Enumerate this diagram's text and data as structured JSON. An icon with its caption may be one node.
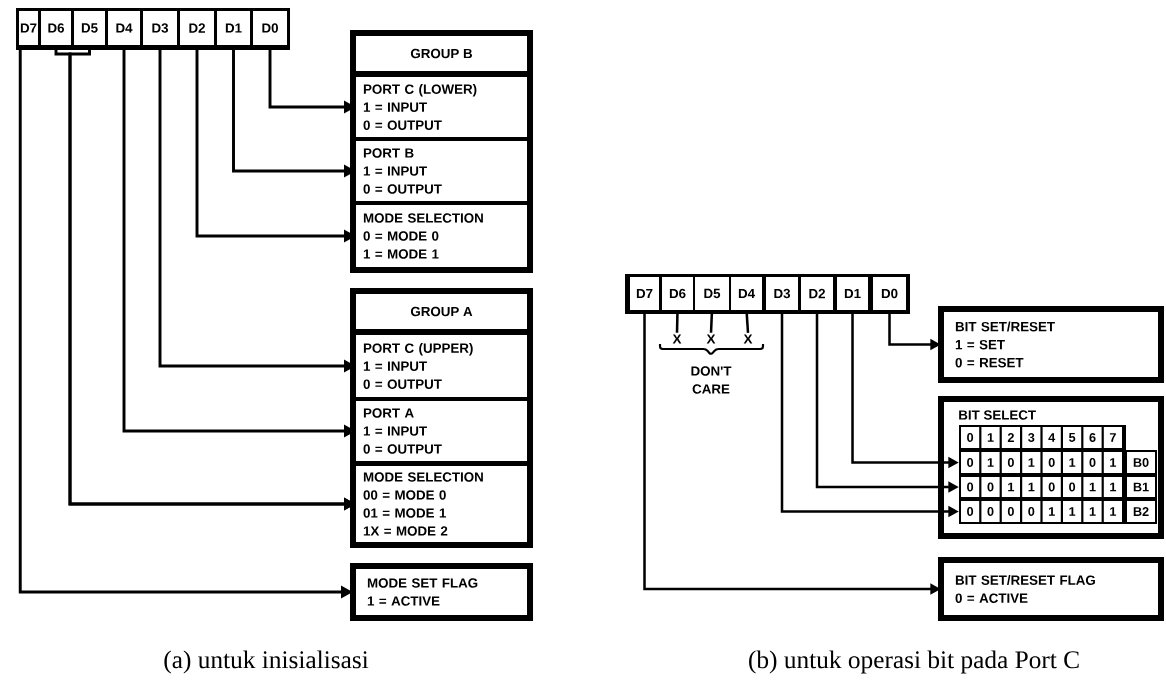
{
  "diagram": {
    "nodes": [
      {
        "text": [],
        "shape": "box"
      },
      {
        "text": [
          "D7"
        ],
        "in": 0
      },
      {
        "text": [
          "D6"
        ],
        "in": 0
      },
      {
        "text": [
          "D5"
        ],
        "in": 0
      },
      {
        "text": [
          "D4"
        ],
        "in": 0
      },
      {
        "text": [
          "D3"
        ],
        "in": 0
      },
      {
        "text": [
          "D2"
        ],
        "in": 0
      },
      {
        "text": [
          "D1"
        ],
        "in": 0
      },
      {
        "text": [
          "D0"
        ],
        "in": 0
      },
      {
        "text": [
          "GROUP B"
        ]
      },
      {
        "text": [
          "PORT C (LOWER)",
          "1 = INPUT",
          "0 = OUTPUT"
        ],
        "in": 9
      },
      {
        "text": [
          "PORT B",
          "1 = INPUT",
          "0 = OUTPUT"
        ],
        "in": 9
      },
      {
        "text": [
          "MODE SELECTION",
          "0 = MODE 0",
          "1 = MODE 1"
        ],
        "in": 9
      },
      {
        "text": [
          "GROUP A"
        ]
      },
      {
        "text": [
          "PORT C (UPPER)",
          "1 = INPUT",
          "0 = OUTPUT"
        ],
        "in": 13
      },
      {
        "text": [
          "PORT A",
          "1 = INPUT",
          "0 = OUTPUT"
        ],
        "in": 13
      },
      {
        "text": [
          "MODE SELECTION",
          "00 = MODE 0",
          "01 = MODE 1",
          "1X = MODE 2"
        ],
        "in": 13
      },
      {
        "text": [
          "MODE SET FLAG",
          "1 = ACTIVE"
        ]
      },
      {
        "text": [],
        "shape": "box"
      },
      {
        "text": [
          "D7"
        ],
        "in": 18
      },
      {
        "text": [
          "D6"
        ],
        "in": 18
      },
      {
        "text": [
          "D5"
        ],
        "in": 18
      },
      {
        "text": [
          "D4"
        ],
        "in": 18
      },
      {
        "text": [
          "D3"
        ],
        "in": 18
      },
      {
        "text": [
          "D2"
        ],
        "in": 18
      },
      {
        "text": [
          "D1"
        ],
        "in": 18
      },
      {
        "text": [
          "D0"
        ],
        "in": 18
      },
      {
        "text": [
          "X"
        ]
      },
      {
        "text": [
          "X"
        ]
      },
      {
        "text": [
          "X"
        ]
      },
      {
        "text": [
          "BIT SET/RESET",
          "1 = SET",
          "0 = RESET"
        ]
      },
      {
        "text": [
          "BIT SELECT"
        ]
      },
      {
        "text": [
          "0",
          "1",
          "2",
          "3",
          "4",
          "5",
          "6",
          "7"
        ],
        "in": 31
      },
      {
        "text": [
          "0",
          "1",
          "0",
          "1",
          "0",
          "1",
          "0",
          "1",
          "B0"
        ],
        "in": 31
      },
      {
        "text": [
          "0",
          "0",
          "1",
          "1",
          "0",
          "0",
          "1",
          "1",
          "B1"
        ],
        "in": 31
      },
      {
        "text": [
          "0",
          "0",
          "0",
          "0",
          "1",
          "1",
          "1",
          "1",
          "B2"
        ],
        "in": 31
      },
      {
        "text": [
          "BIT SET/RESET FLAG",
          "0 = ACTIVE"
        ]
      }
    ],
    "edges": [
      {
        "from": 8,
        "to": 10,
        "arrow": "to"
      },
      {
        "from": 7,
        "to": 11,
        "arrow": "to"
      },
      {
        "from": 6,
        "to": 12,
        "arrow": "to"
      },
      {
        "from": 5,
        "to": 14,
        "arrow": "to"
      },
      {
        "from": 4,
        "to": 15,
        "arrow": "to"
      },
      {
        "from": 2,
        "to": 16,
        "arrow": "to"
      },
      {
        "from": 3,
        "to": 16,
        "arrow": "to"
      },
      {
        "from": 1,
        "to": 17,
        "arrow": "to"
      },
      {
        "from": 20,
        "to": 27,
        "arrow": "none"
      },
      {
        "from": 21,
        "to": 28,
        "arrow": "none"
      },
      {
        "from": 22,
        "to": 29,
        "arrow": "none"
      },
      {
        "from": 26,
        "to": 30,
        "arrow": "to"
      },
      {
        "from": 25,
        "to": 33,
        "arrow": "to"
      },
      {
        "from": 24,
        "to": 34,
        "arrow": "to"
      },
      {
        "from": 23,
        "to": 35,
        "arrow": "to"
      },
      {
        "from": 19,
        "to": 36,
        "arrow": "to"
      }
    ],
    "labels": [
      "DON'T CARE",
      "(a) untuk inisialisasi",
      "(b) untuk operasi bit pada Port C"
    ]
  }
}
